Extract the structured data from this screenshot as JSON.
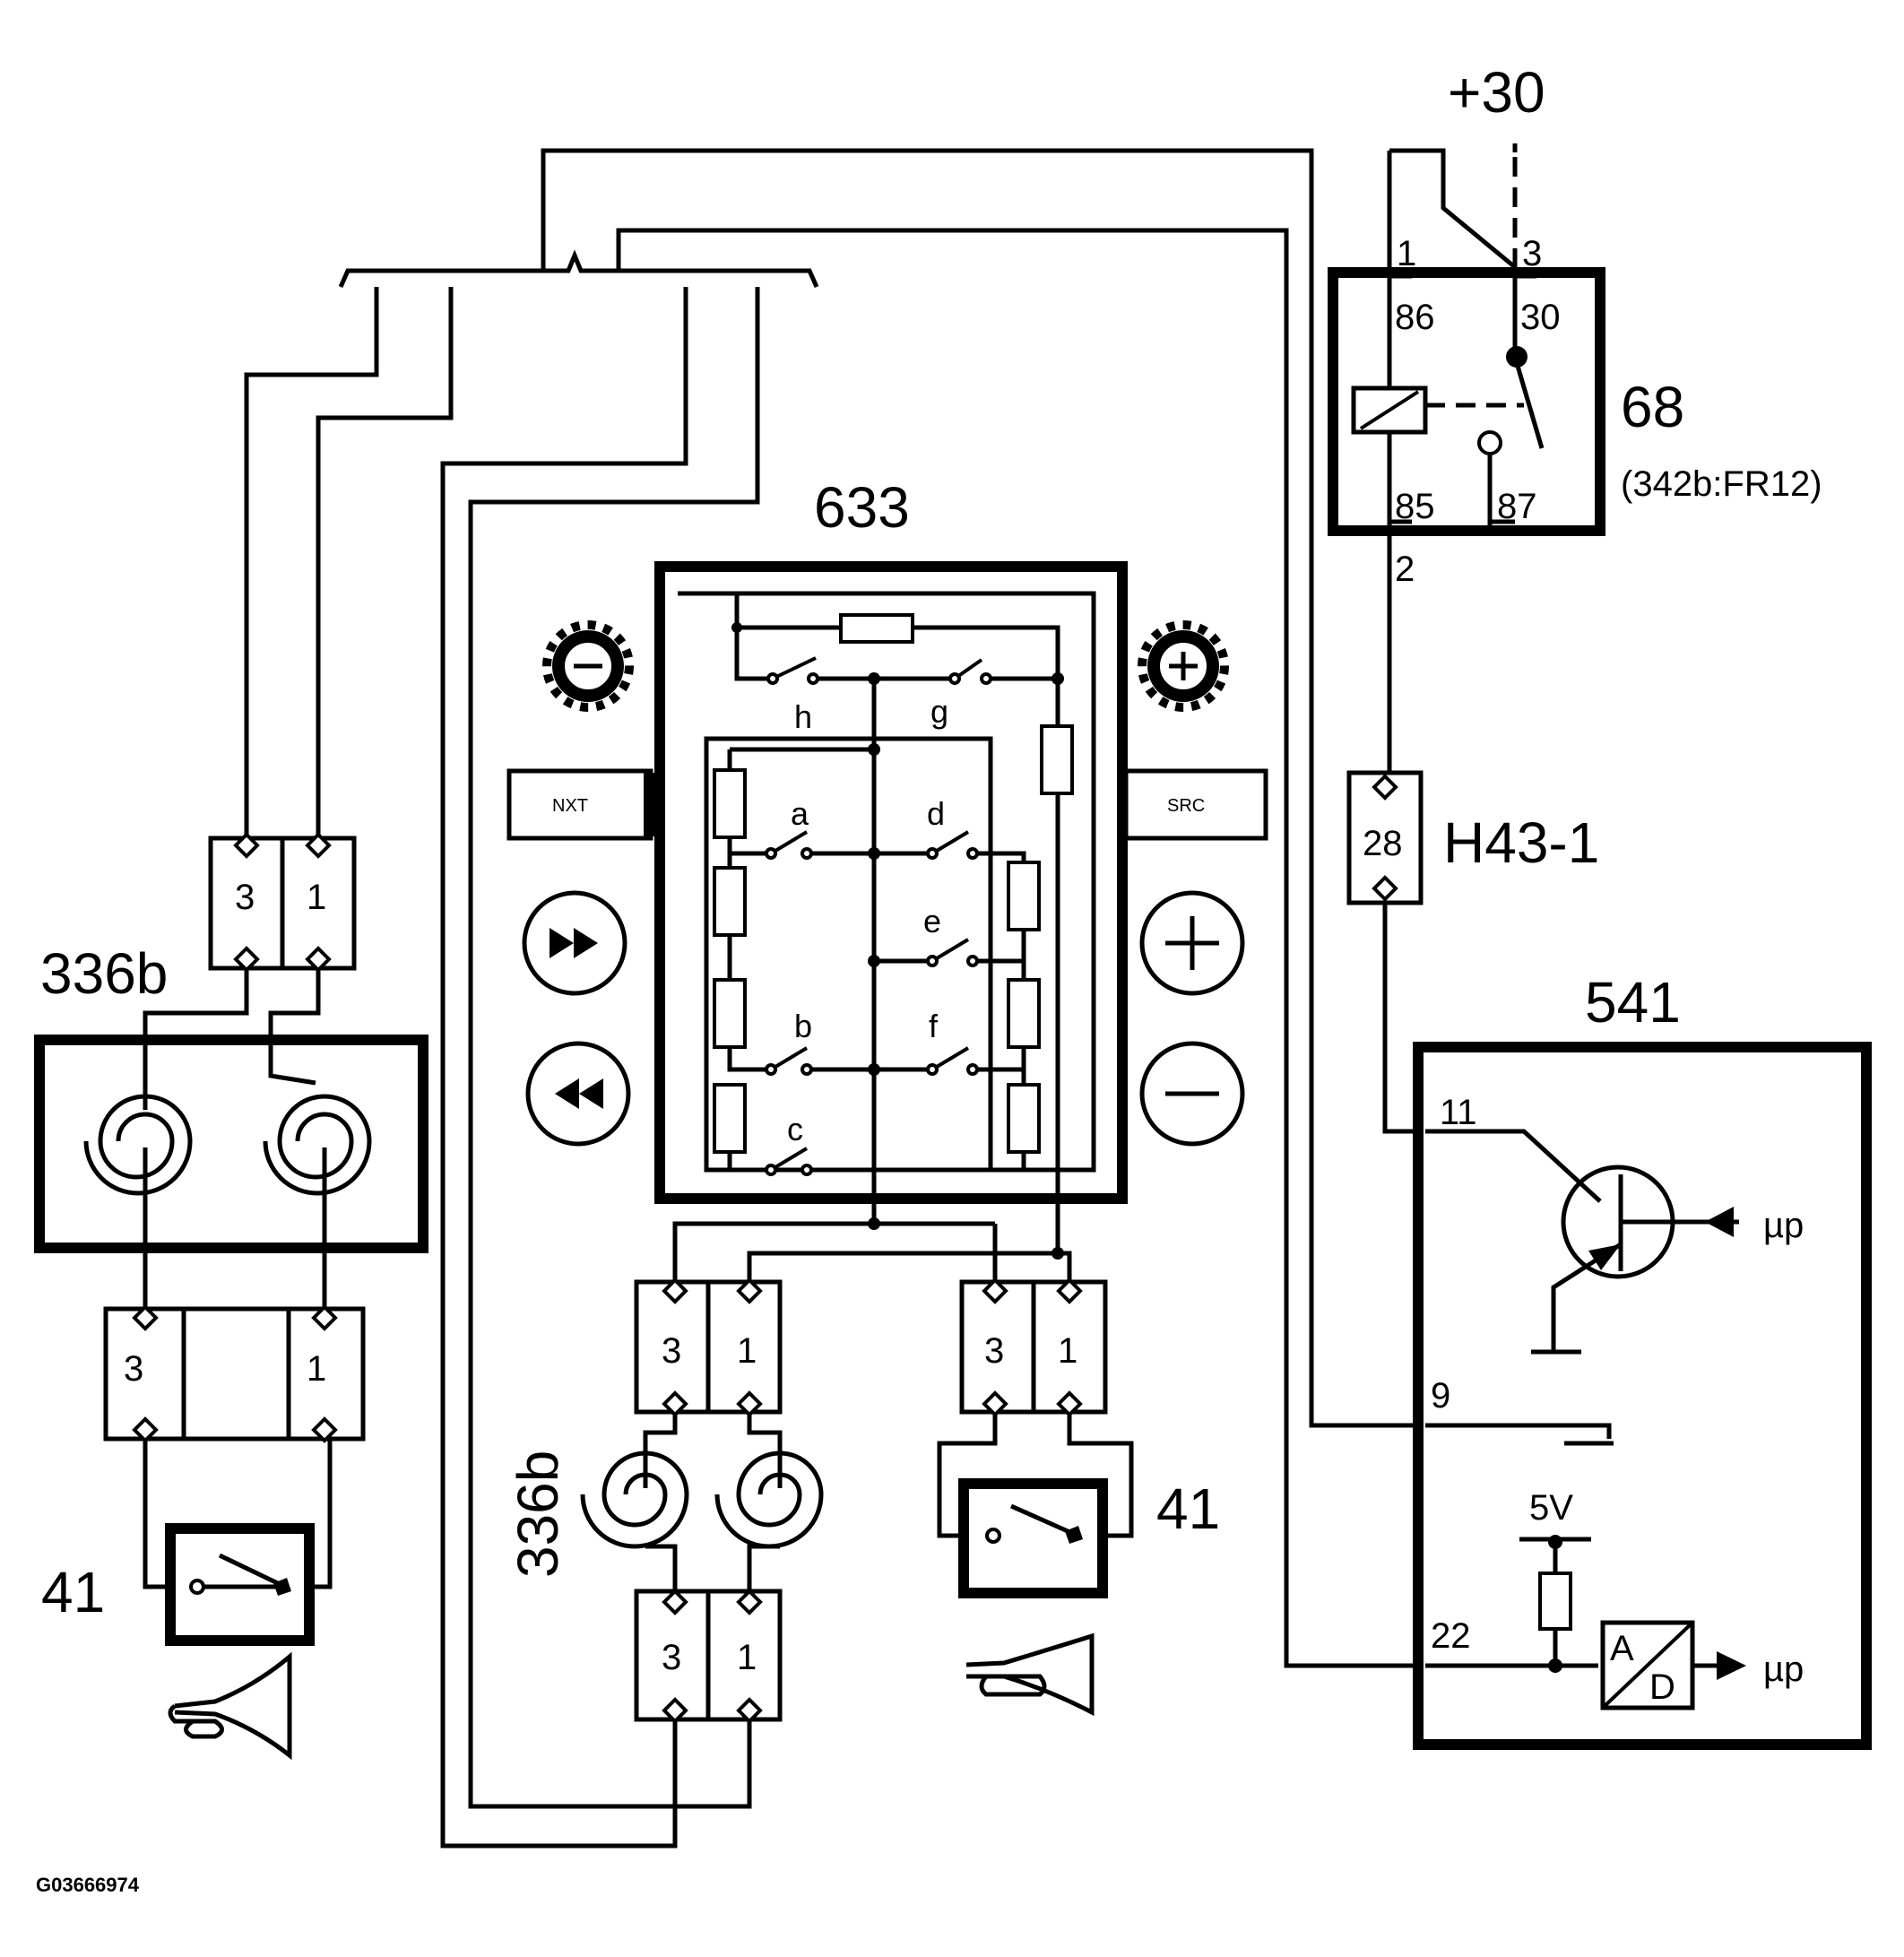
{
  "labels": {
    "supply": "+30",
    "relay_id": "68",
    "relay_ref": "(342b:FR12)",
    "relay_pin_1": "1",
    "relay_pin_3": "3",
    "relay_pin_86": "86",
    "relay_pin_30": "30",
    "relay_pin_85": "85",
    "relay_pin_87": "87",
    "relay_pin_2": "2",
    "fuse_value": "28",
    "fuse_id": "H43-1",
    "control_unit_id": "541",
    "cu_pin_11": "11",
    "cu_pin_9": "9",
    "cu_pin_22": "22",
    "cu_5v": "5V",
    "cu_up_1": "µp",
    "cu_up_2": "µp",
    "adc_a": "A",
    "adc_d": "D",
    "switch_panel_id": "633",
    "switch_h": "h",
    "switch_g": "g",
    "switch_a": "a",
    "switch_d": "d",
    "switch_e": "e",
    "switch_b": "b",
    "switch_f": "f",
    "switch_c": "c",
    "button_nxt": "NXT",
    "button_src": "SRC",
    "clockspring_left": "336b",
    "clockspring_center": "336b",
    "horn_left_id": "41",
    "horn_right_id": "41",
    "conn_l_top_3": "3",
    "conn_l_top_1": "1",
    "conn_l_mid_3": "3",
    "conn_l_mid_1": "1",
    "conn_c_upper_3": "3",
    "conn_c_upper_1": "1",
    "conn_c_lower_3": "3",
    "conn_c_lower_1": "1",
    "conn_r_3": "3",
    "conn_r_1": "1",
    "image_ref": "G03666974"
  },
  "icons": [
    "volume-down-gear-icon",
    "volume-up-gear-icon",
    "fast-forward-icon",
    "rewind-icon",
    "plus-icon",
    "minus-icon",
    "horn-icon"
  ]
}
